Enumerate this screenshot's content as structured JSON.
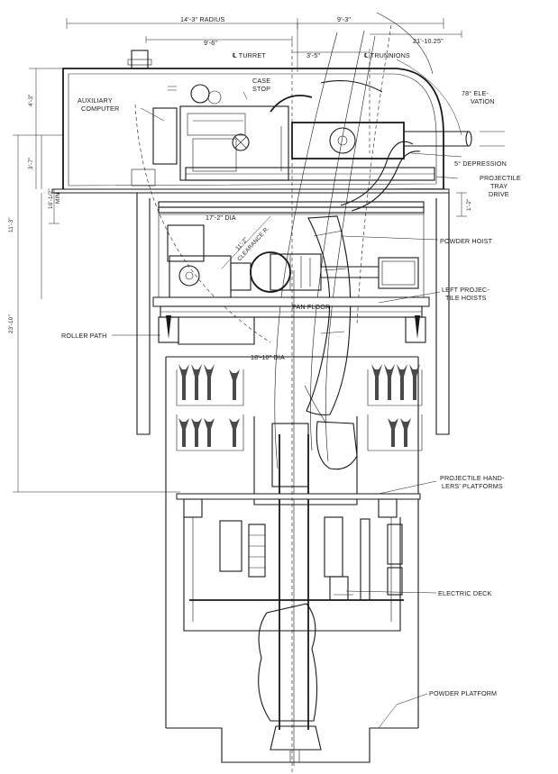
{
  "labels": {
    "radius": "14'-3\" RADIUS",
    "width_right": "9'-3\"",
    "turret_left": "9'-6\"",
    "turret_cl": "℄ TURRET",
    "trunnion_offset": "3'-5\"",
    "trunnions": "℄ TRUNNIONS",
    "reach": "21'-10.25\"",
    "case_stop_1": "CASE",
    "case_stop_2": "STOP",
    "aux_computer_1": "AUXILIARY",
    "aux_computer_2": "COMPUTER",
    "elevation_1": "78° ELE-",
    "elevation_2": "VATION",
    "depression": "5° DEPRESSION",
    "tray_drive_1": "PROJECTILE",
    "tray_drive_2": "TRAY",
    "tray_drive_3": "DRIVE",
    "dim_43": "4'-3\"",
    "dim_37": "3'-7\"",
    "dim_113": "11'-3\"",
    "dim_1012_1": "10'-1/2\"",
    "dim_1012_2": "MIN",
    "dim_2310": "23'-10\"",
    "dim_12": "1'-2\"",
    "dia_172": "17'-2\" DIA",
    "clearance_1": "11'-2\"",
    "clearance_2": "CLEARANCE R.",
    "powder_hoist": "POWDER HOIST",
    "proj_hoists_1": "LEFT PROJEC-",
    "proj_hoists_2": "TILE HOISTS",
    "pan_floor": "PAN FLOOR",
    "roller_path": "ROLLER PATH",
    "dia_1810": "18'-10\" DIA",
    "handlers_1": "PROJECTILE HAND-",
    "handlers_2": "LERS' PLATFORMS",
    "electric_deck": "ELECTRIC DECK",
    "powder_platform": "POWDER  PLATFORM"
  }
}
